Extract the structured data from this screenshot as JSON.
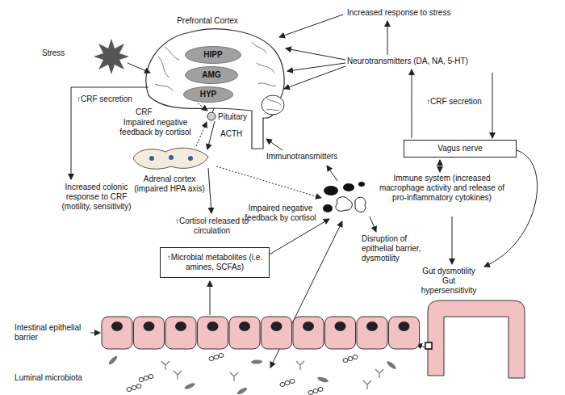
{
  "diagram": {
    "nodes": [
      {
        "text": [
          "HIPP"
        ]
      },
      {
        "text": [
          "AMG"
        ]
      },
      {
        "text": [
          "HYP"
        ]
      },
      {
        "text": [
          "↑Microbial metabolites (i.e. amines, SCFAs)"
        ]
      },
      {
        "text": [
          "Vagus nerve"
        ]
      }
    ],
    "labels": [
      "Prefrontal Cortex",
      "Stress",
      "CRF",
      "Pituitary",
      "Impaired negative feedback by cortisol",
      "ACTH",
      "Adrenal cortex (impaired HPA axis)",
      "↑CRF secretion",
      "Increased colonic response to CRF (motility, sensitivity)",
      "↑Cortisol released to circulation",
      "Impaired negative feedback by cortisol",
      "Immunotransmitters",
      "Increased response to stress",
      "Neurotransmitters (DA, NA, 5-HT)",
      "↑CRF secretion",
      "Immune system (increased macrophage activity and release of pro-inflammatory cytokines)",
      "Disruption of epithelial barrier, dysmotility",
      "Gut dysmotility Gut hypersensitivity",
      "Intestinal epithelial barrier",
      "Luminal microbiota"
    ]
  }
}
